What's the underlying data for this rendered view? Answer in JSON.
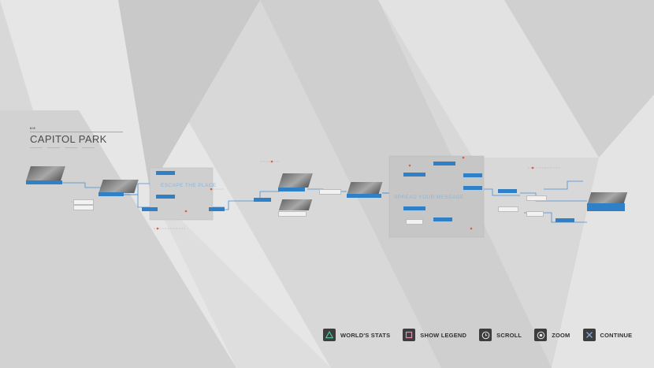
{
  "chapter": {
    "tag": "8/5",
    "title": "CAPITOL PARK"
  },
  "sections": {
    "escape": "ESCAPE THE PLACE",
    "spread": "SPREAD YOUR MESSAGE"
  },
  "footer": {
    "buttons": [
      {
        "label": "WORLD'S STATS",
        "icon": "triangle-icon"
      },
      {
        "label": "SHOW LEGEND",
        "icon": "square-icon"
      },
      {
        "label": "SCROLL",
        "icon": "scroll-stick-icon"
      },
      {
        "label": "ZOOM",
        "icon": "zoom-stick-icon"
      },
      {
        "label": "CONTINUE",
        "icon": "cross-icon"
      }
    ]
  },
  "colors": {
    "node_blue": "#2f80c6",
    "accent_red": "#e05a4a",
    "accent_yellow": "#f0c419",
    "icon_bg": "#3d3d3d",
    "triangle": "#4fc3a1",
    "square": "#e58fb6",
    "cross": "#7fa9d8"
  }
}
